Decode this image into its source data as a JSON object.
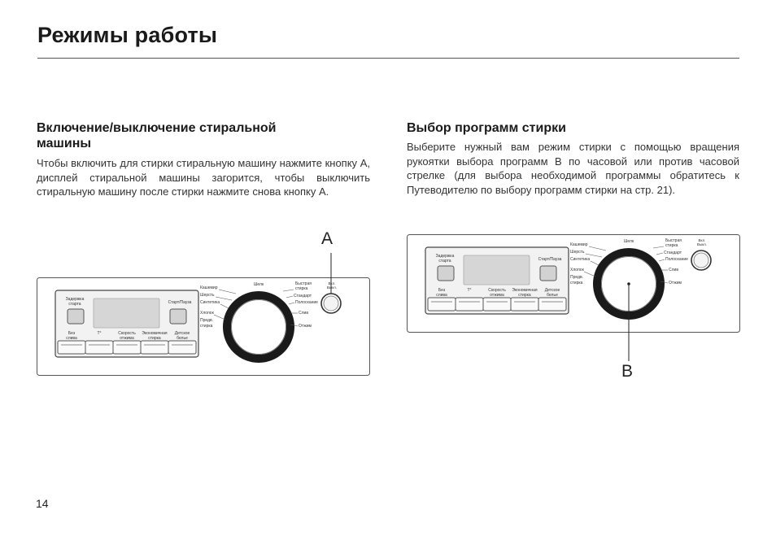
{
  "page": {
    "title": "Режимы работы",
    "number": "14"
  },
  "left_section": {
    "heading_line1": "Включение/выключение стиральной",
    "heading_line2": "машины",
    "text": "Чтобы включить для стирки стиральную машину нажмите кнопку А, дисплей стиральной машины загорится, чтобы выключить стиральную машину после стирки нажмите снова кнопку А."
  },
  "right_section": {
    "heading": "Выбор программ стирки",
    "text": "Выберите нужный вам режим стирки с помощью вращения рукоятки выбора программ B по часовой или против часовой стрелке (для выбора необходимой программы обратитесь к Путеводителю по выбору программ стирки на стр. 21)."
  },
  "callouts": {
    "left": "A",
    "right": "B"
  },
  "panel": {
    "top_left_button": [
      "Задержка",
      "старта"
    ],
    "top_right_button": "Старт/Пауза",
    "bottom_buttons": [
      [
        "Без",
        "слива"
      ],
      [
        "T°"
      ],
      [
        "Скорость",
        "отжима"
      ],
      [
        "Экономичная",
        "стирка"
      ],
      [
        "Детское",
        "белье"
      ]
    ],
    "programs_left": [
      "Кашемир",
      "Шерсть",
      "Синтетика",
      "Хлопок",
      "Предв.",
      "стирка"
    ],
    "program_top": "Шелк",
    "programs_right": [
      "Быстрая",
      "стирка",
      "Стандарт",
      "Полоскание",
      "Слив",
      "Отжим"
    ],
    "power_label": [
      "Вкл.",
      "Выкл."
    ]
  }
}
